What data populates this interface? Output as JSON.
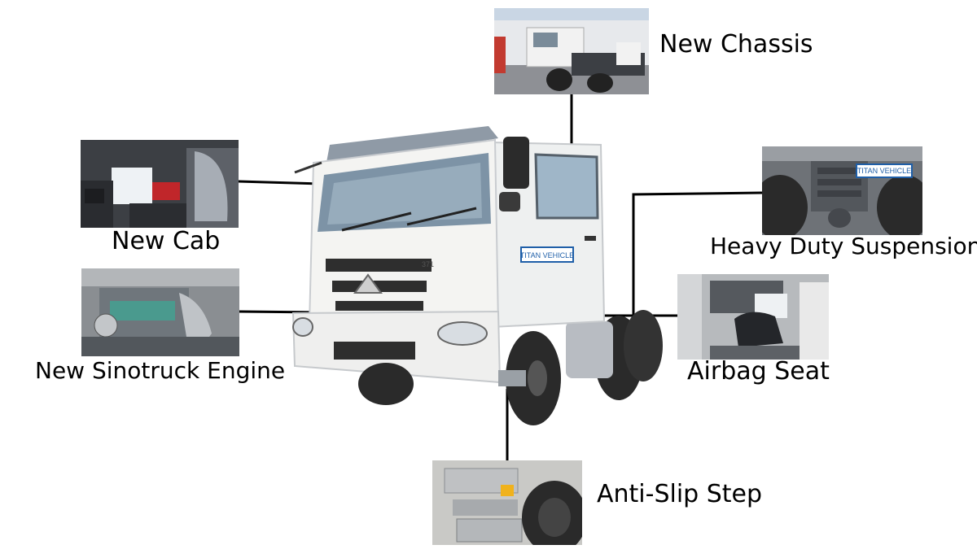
{
  "labels": {
    "new_chassis": "New Chassis",
    "new_cab": "New Cab",
    "heavy_duty_suspension": "Heavy Duty Suspension",
    "new_sinotruck_engine": "New Sinotruck Engine",
    "airbag_seat": "Airbag Seat",
    "anti_slip_step": "Anti-Slip Step"
  },
  "truck": {
    "brand_plate": "TITAN VEHICLE",
    "grille_badge": "371"
  },
  "suspension_photo": {
    "plate": "TITAN VEHICLE"
  },
  "colors": {
    "truck_body": "#f4f4f2",
    "truck_shadow": "#c9ccd0",
    "tire": "#2a2a2a",
    "line": "#000000",
    "plate_blue": "#1f5fa8"
  }
}
